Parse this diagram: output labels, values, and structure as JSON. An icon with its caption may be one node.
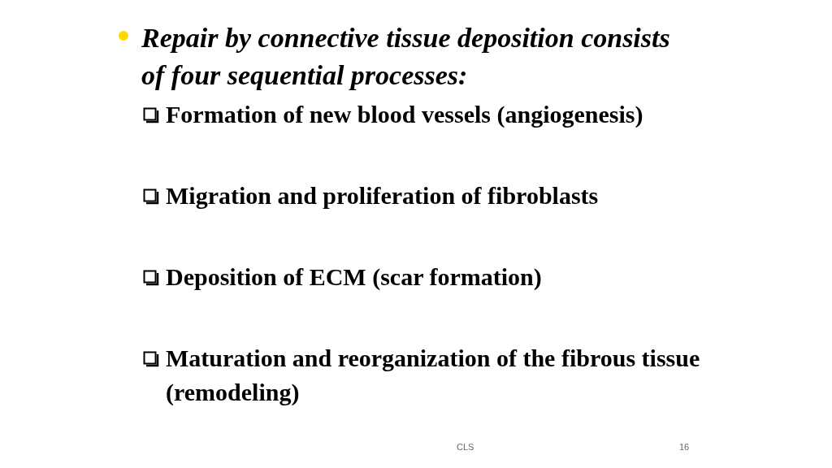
{
  "diagram": {
    "labels": [
      "Repair by connective tissue deposition consists of four sequential processes:",
      "Formation of new blood vessels (angiogenesis)",
      "Migration and proliferation of fibroblasts",
      "Deposition of ECM (scar formation)",
      "Maturation and reorganization of the fibrous tissue (remodeling)",
      "CLS",
      "16"
    ]
  }
}
